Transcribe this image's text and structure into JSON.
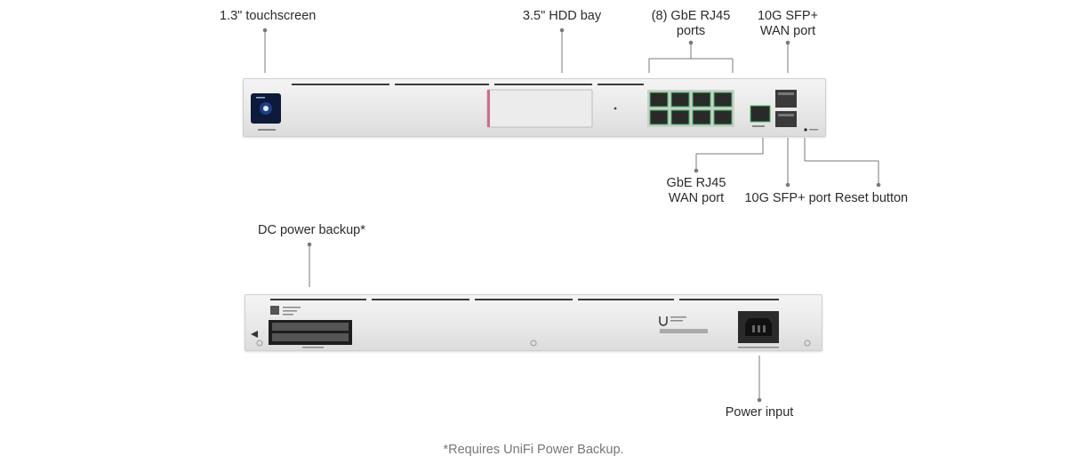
{
  "labels": {
    "touchscreen": "1.3\" touchscreen",
    "hdd_bay": "3.5\" HDD bay",
    "gbe_ports_line1": "(8) GbE RJ45",
    "gbe_ports_line2": "ports",
    "sfp_wan_line1": "10G SFP+",
    "sfp_wan_line2": "WAN port",
    "gbe_wan_line1": "GbE RJ45",
    "gbe_wan_line2": "WAN port",
    "sfp_port": "10G SFP+ port",
    "reset_button": "Reset button",
    "dc_power_backup": "DC power backup*",
    "power_input": "Power input"
  },
  "footnote": "*Requires UniFi Power Backup.",
  "colors": {
    "leader_line": "#7a7a7a",
    "chassis": "#e9e9e9",
    "screen": "#0d1a3a",
    "port_led": "#3fbf5f",
    "hdd_accent": "#d46a8a"
  }
}
